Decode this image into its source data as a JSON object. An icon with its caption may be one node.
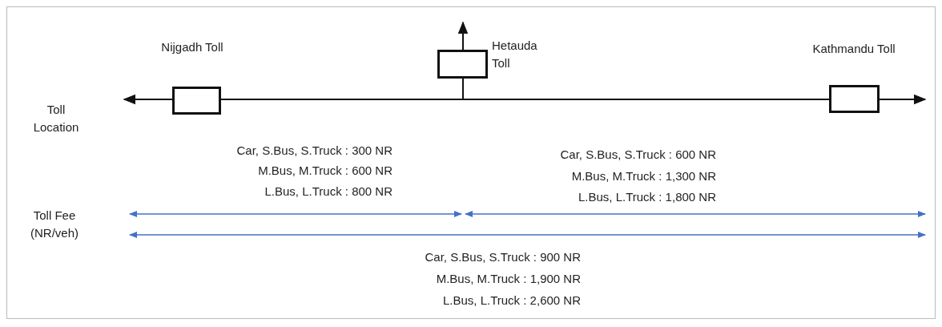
{
  "diagram": {
    "nodes": [
      {
        "text": [
          "Nijgadh Toll"
        ]
      },
      {
        "text": [
          "Hetauda Toll"
        ]
      },
      {
        "text": [
          "Kathmandu Toll"
        ]
      }
    ],
    "edges": [],
    "labels": [
      "Toll Location",
      "Car, S.Bus, S.Truck : 300 NR",
      "M.Bus, M.Truck : 600 NR",
      "L.Bus, L.Truck : 800 NR",
      "Car, S.Bus, S.Truck : 600 NR",
      "M.Bus, M.Truck : 1,300 NR",
      "L.Bus, L.Truck : 1,800 NR",
      "Toll Fee (NR/veh)",
      "Car, S.Bus, S.Truck : 900 NR",
      "M.Bus, M.Truck : 1,900 NR",
      "L.Bus, L.Truck : 2,600 NR"
    ]
  }
}
